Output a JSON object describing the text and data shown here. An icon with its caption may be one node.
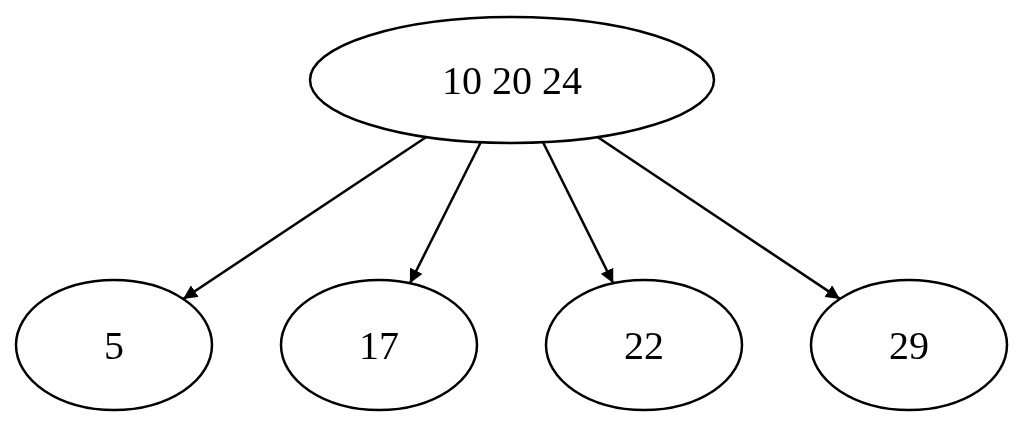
{
  "diagram": {
    "nodes": [
      {
        "text": [
          "10 20 24"
        ]
      },
      {
        "text": [
          "5"
        ]
      },
      {
        "text": [
          "17"
        ]
      },
      {
        "text": [
          "22"
        ]
      },
      {
        "text": [
          "29"
        ]
      }
    ],
    "edges": [
      {
        "from": 0,
        "to": 1,
        "arrow": "to"
      },
      {
        "from": 0,
        "to": 2,
        "arrow": "to"
      },
      {
        "from": 0,
        "to": 3,
        "arrow": "to"
      },
      {
        "from": 0,
        "to": 4,
        "arrow": "to"
      }
    ]
  }
}
